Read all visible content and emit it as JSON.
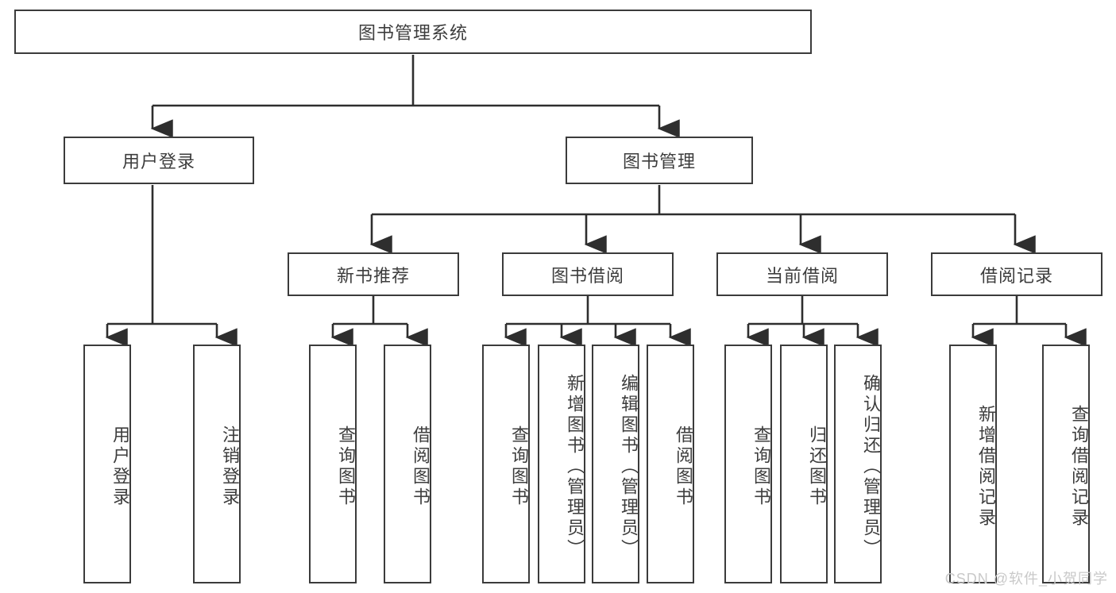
{
  "diagram": {
    "title": "图书管理系统",
    "type": "hierarchy-tree",
    "watermark": "CSDN @软件_小贺同学",
    "colors": {
      "stroke": "#3b3b3b",
      "fill": "#ffffff",
      "text": "#3d3d3d",
      "watermark": "#c9c9c9"
    },
    "nodes": {
      "root": "图书管理系统",
      "level2": {
        "user_login": "用户登录",
        "book_manage": "图书管理"
      },
      "level3": {
        "new_book_rec": "新书推荐",
        "book_borrow": "图书借阅",
        "current_borrow": "当前借阅",
        "borrow_record": "借阅记录"
      },
      "leaves": {
        "user_login_1": "用户登录",
        "user_login_2": "注销登录",
        "new_book_rec_1": "查询图书",
        "new_book_rec_2": "借阅图书",
        "book_borrow_1": "查询图书",
        "book_borrow_2": "新增图书（管理员）",
        "book_borrow_3": "编辑图书（管理员）",
        "book_borrow_4": "借阅图书",
        "current_borrow_1": "查询图书",
        "current_borrow_2": "归还图书",
        "current_borrow_3": "确认归还（管理员）",
        "borrow_record_1": "新增借阅记录",
        "borrow_record_2": "查询借阅记录"
      }
    }
  }
}
